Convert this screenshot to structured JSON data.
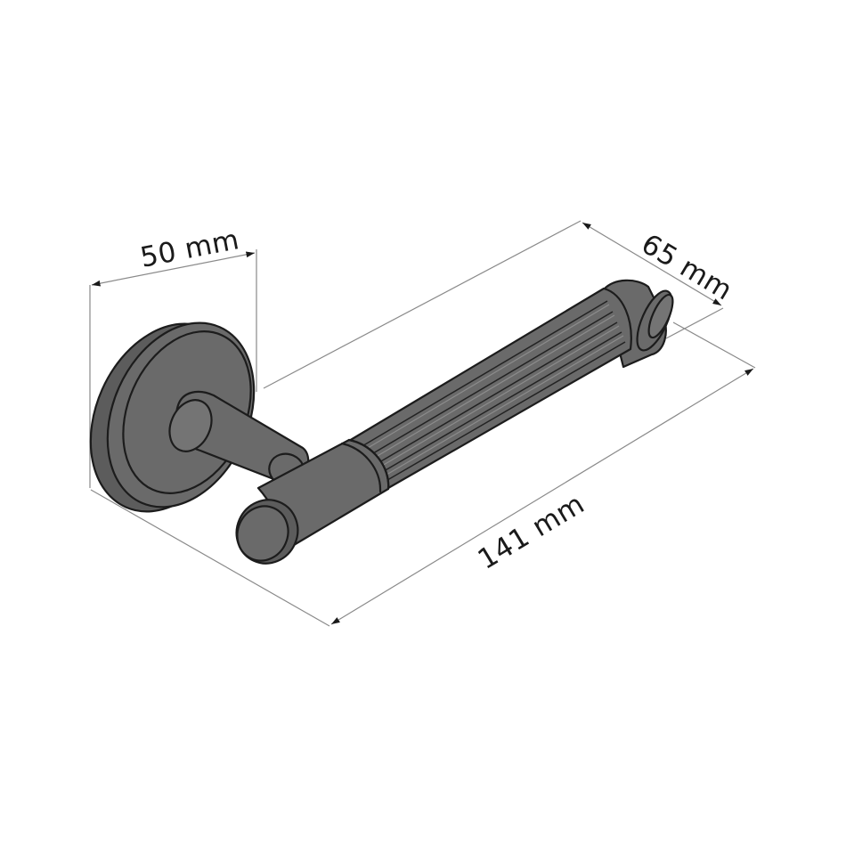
{
  "diagram": {
    "dimensions": {
      "rose_diameter": "50 mm",
      "projection": "65 mm",
      "lever_length": "141  mm"
    },
    "colors": {
      "metal": "#6a6a6a",
      "outline": "#1c1c1c",
      "dimension_line": "#8a8a8a",
      "background": "#ffffff"
    }
  }
}
